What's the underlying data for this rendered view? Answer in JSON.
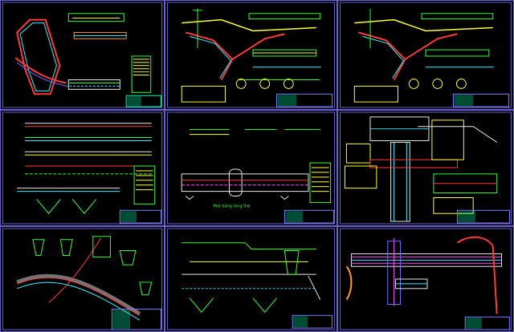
{
  "sheets": [
    {
      "id": "r1c1",
      "row": 0,
      "col": 0
    },
    {
      "id": "r1c2",
      "row": 0,
      "col": 1
    },
    {
      "id": "r1c3",
      "row": 0,
      "col": 2
    },
    {
      "id": "r2c1",
      "row": 1,
      "col": 0
    },
    {
      "id": "r2c2",
      "row": 1,
      "col": 1
    },
    {
      "id": "r2c3",
      "row": 1,
      "col": 2
    },
    {
      "id": "r3c1",
      "row": 2,
      "col": 0
    },
    {
      "id": "r3c2",
      "row": 2,
      "col": 1
    },
    {
      "id": "r3c3",
      "row": 2,
      "col": 2
    }
  ],
  "colors": {
    "frame": "#6a5fd0",
    "green": "#37ff37",
    "yellow": "#ffff3a",
    "cyan": "#38f0ff",
    "red": "#ff3b3b",
    "magenta": "#ff4dff",
    "white": "#e8e8e8",
    "orange": "#ff9b2f",
    "blue": "#6f6fff"
  },
  "sheet_caption": "Mat bang tong the"
}
